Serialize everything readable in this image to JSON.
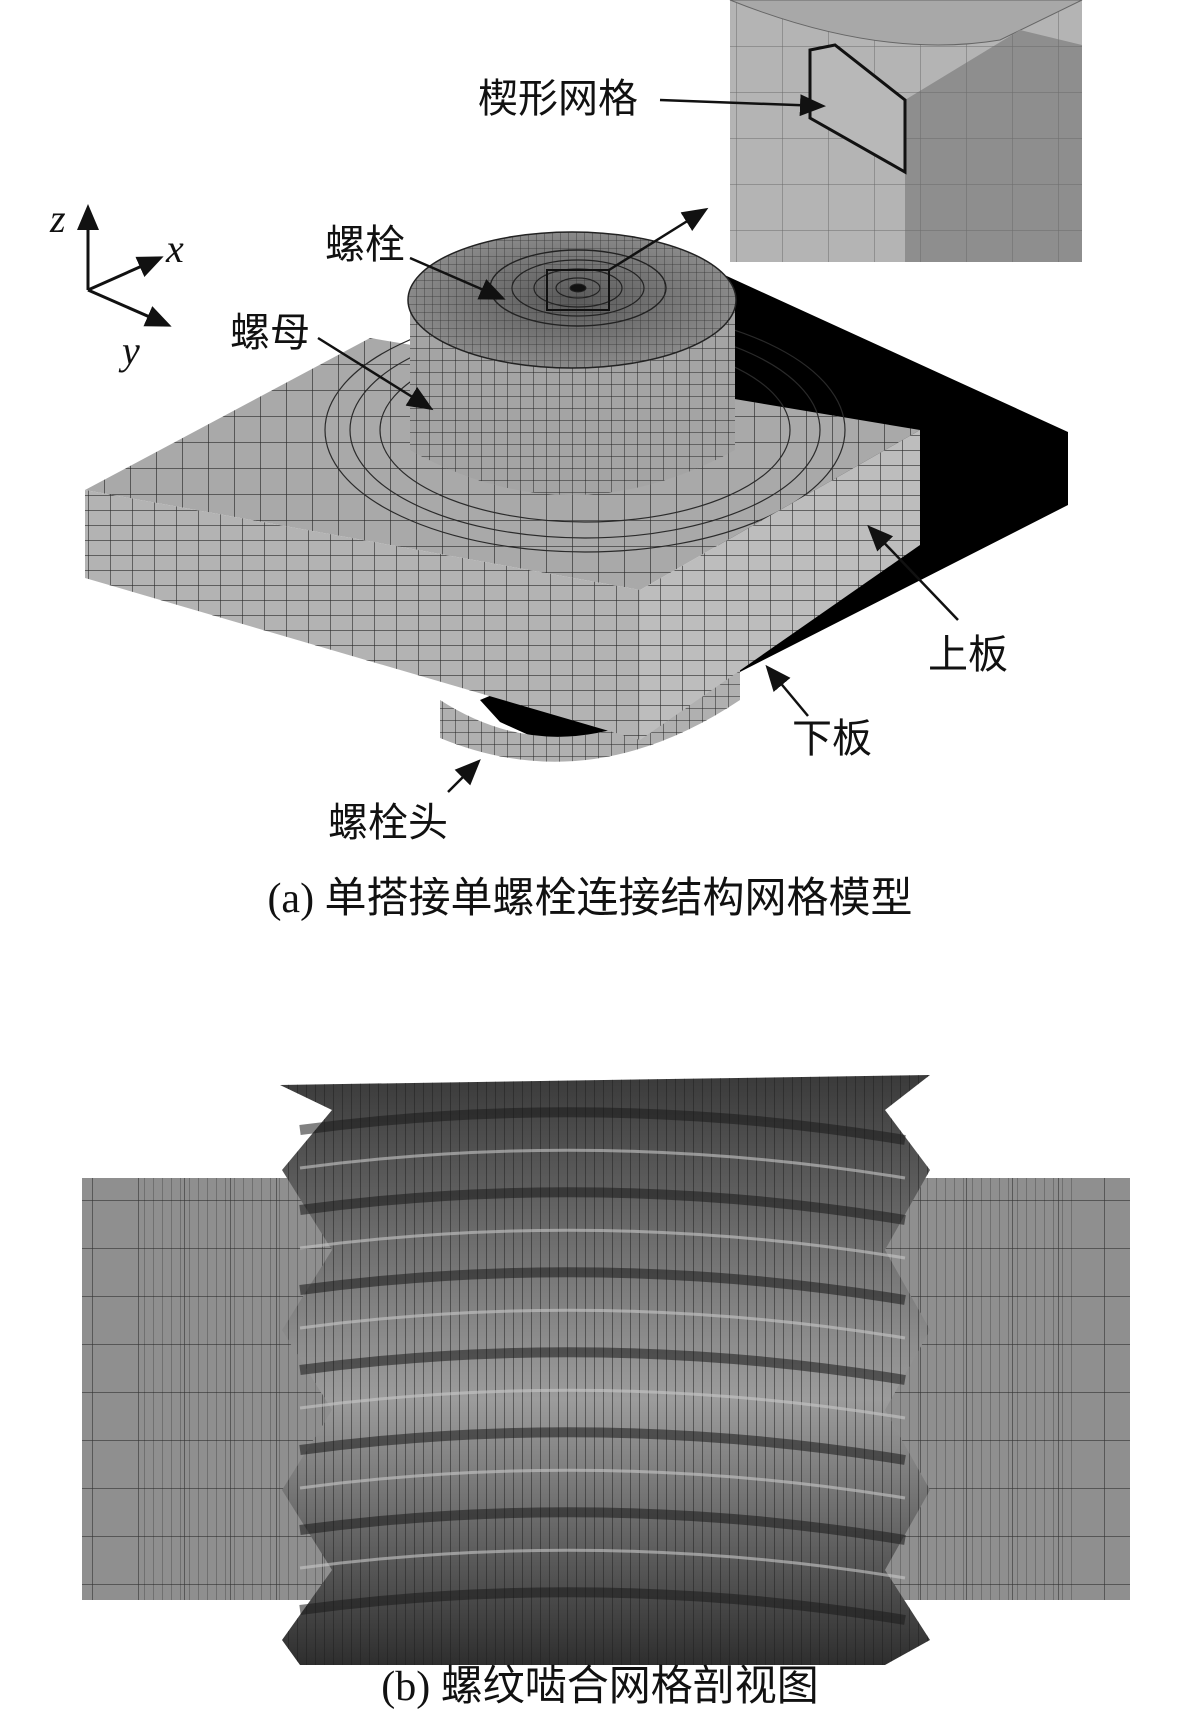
{
  "figure_a": {
    "caption": "(a) 单搭接单螺栓连接结构网格模型",
    "labels": {
      "wedge_mesh": "楔形网格",
      "bolt": "螺栓",
      "nut": "螺母",
      "upper_plate": "上板",
      "lower_plate": "下板",
      "bolt_head": "螺栓头"
    },
    "axes": {
      "z": "z",
      "x": "x",
      "y": "y"
    }
  },
  "figure_b": {
    "caption": "(b) 螺纹啮合网格剖视图"
  },
  "colors": {
    "mesh_fill": "#a9a9a9",
    "mesh_line": "#2a2a2a",
    "lower_plate": "#000000",
    "inset_fill": "#b4b4b4",
    "thread_light": "#8c8c8c",
    "thread_dark": "#3a3a3a"
  }
}
